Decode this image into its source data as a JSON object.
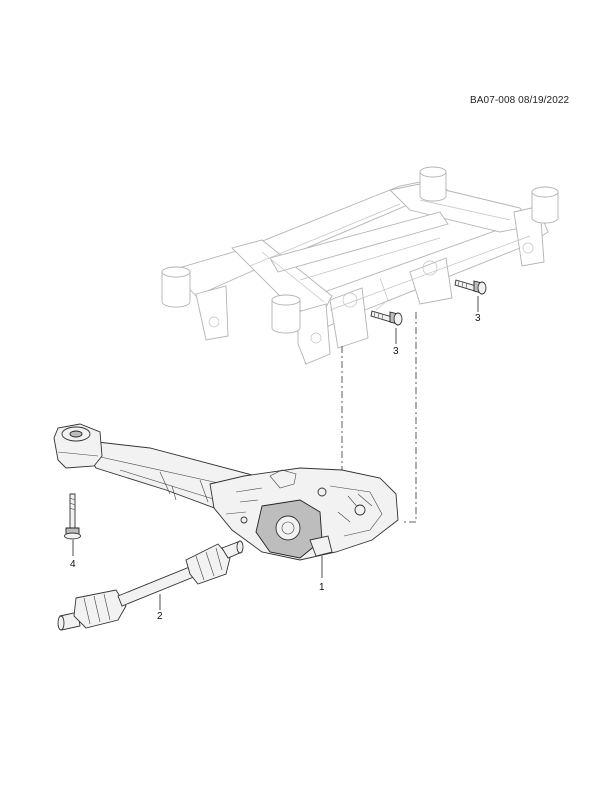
{
  "reference": "BA07-008 08/19/2022",
  "callouts": {
    "c1": "1",
    "c2": "2",
    "c3a": "3",
    "c3b": "3",
    "c4": "4"
  }
}
